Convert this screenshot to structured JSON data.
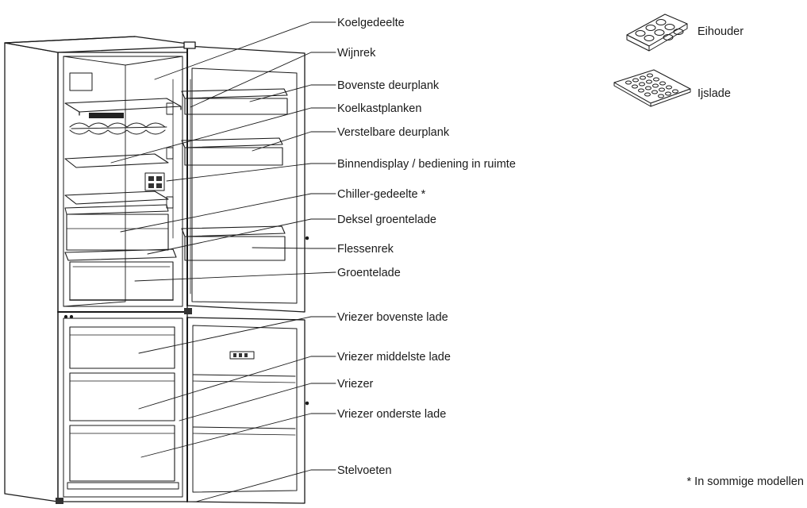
{
  "callouts": [
    {
      "id": "koelgedeelte",
      "text": "Koelgedeelte"
    },
    {
      "id": "wijnrek",
      "text": "Wijnrek"
    },
    {
      "id": "bovenste-deurplank",
      "text": "Bovenste deurplank"
    },
    {
      "id": "koelkastplanken",
      "text": "Koelkastplanken"
    },
    {
      "id": "verstelbare-deurplank",
      "text": "Verstelbare deurplank"
    },
    {
      "id": "binnendisplay",
      "text": "Binnendisplay / bediening in ruimte"
    },
    {
      "id": "chiller-gedeelte",
      "text": "Chiller-gedeelte *"
    },
    {
      "id": "deksel-groentelade",
      "text": "Deksel groentelade"
    },
    {
      "id": "flessenrek",
      "text": "Flessenrek"
    },
    {
      "id": "groentelade",
      "text": "Groentelade"
    },
    {
      "id": "vriezer-bovenste-lade",
      "text": "Vriezer bovenste lade"
    },
    {
      "id": "vriezer-middelste-lade",
      "text": "Vriezer middelste lade"
    },
    {
      "id": "vriezer",
      "text": "Vriezer"
    },
    {
      "id": "vriezer-onderste-lade",
      "text": "Vriezer onderste lade"
    },
    {
      "id": "stelvoeten",
      "text": "Stelvoeten"
    }
  ],
  "accessories": [
    {
      "id": "eihouder",
      "text": "Eihouder"
    },
    {
      "id": "ijslade",
      "text": "Ijslade"
    }
  ],
  "footnote": "* In sommige modellen"
}
